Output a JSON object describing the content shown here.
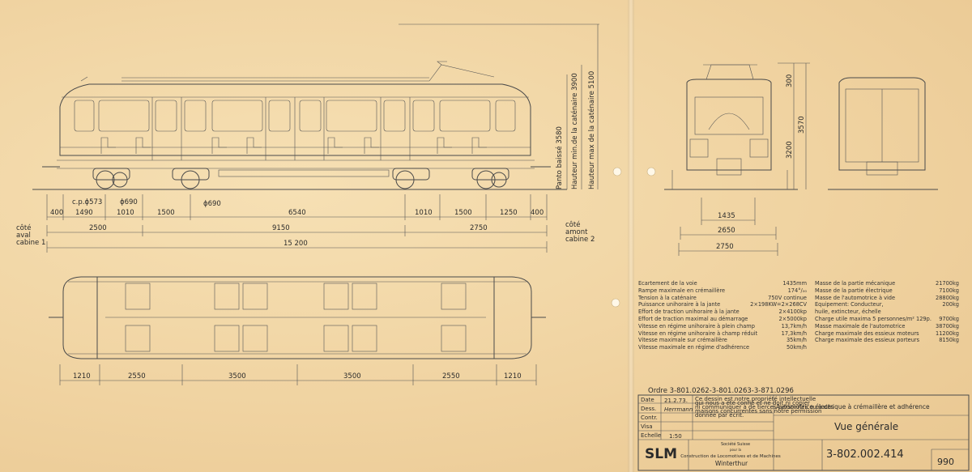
{
  "side_view": {
    "annotations": {
      "panto": "Panto baissé 3580",
      "catenary_min": "Hauteur min.de la caténaire 3900",
      "catenary_max": "Hauteur max de la caténaire 5100"
    },
    "wheel_labels": {
      "cp": "c.p.ϕ573",
      "w1": "ϕ690",
      "w2": "ϕ690"
    },
    "dims_row1": [
      "400",
      "1490",
      "1010",
      "1500",
      "6540",
      "1010",
      "1500",
      "1250",
      "400"
    ],
    "dims_row2": [
      "2500",
      "9150",
      "2750"
    ],
    "dims_row3": [
      "15 200"
    ],
    "left_label": [
      "côté",
      "aval",
      "cabine 1"
    ],
    "right_label": [
      "côté",
      "amont",
      "cabine 2"
    ]
  },
  "plan_view": {
    "dims": [
      "1210",
      "2550",
      "3500",
      "3500",
      "2550",
      "1210"
    ]
  },
  "end_view": {
    "vertical_dims": [
      "300",
      "3200",
      "3570"
    ],
    "horizontal_dims": [
      "1435",
      "2650",
      "2750"
    ]
  },
  "specs_left": [
    {
      "label": "Ecartement de la voie",
      "value": "1435mm"
    },
    {
      "label": "Rampe maximale en crémaillère",
      "value": "174°/₀₀"
    },
    {
      "label": "Tension à la caténaire",
      "value": "750V continue"
    },
    {
      "label": "Puissance unihoraire à la jante",
      "value": "2×198KW=2×268CV"
    },
    {
      "label": "Effort de traction unihoraire à la jante",
      "value": "2×4100kp"
    },
    {
      "label": "Effort de traction maximal au démarrage",
      "value": "2×5000kp"
    },
    {
      "label": "Vitesse en régime unihoraire à plein champ",
      "value": "13,7km/h"
    },
    {
      "label": "Vitesse en régime unihoraire à champ réduit",
      "value": "17,3km/h"
    },
    {
      "label": "Vitesse maximale sur crémaillère",
      "value": "35km/h"
    },
    {
      "label": "Vitesse maximale en régime d'adhérence",
      "value": "50km/h"
    }
  ],
  "specs_right": [
    {
      "label": "Masse de la partie mécanique",
      "value": "21700kg"
    },
    {
      "label": "Masse de la partie électrique",
      "value": "7100kg"
    },
    {
      "label": "Masse de l'automotrice à vide",
      "value": "28800kg"
    },
    {
      "label": "Equipement: Conducteur,",
      "value": "200kg"
    },
    {
      "label": "huile, extincteur, échelle",
      "value": ""
    },
    {
      "label": "Charge utile maxima 5 personnes/m² 129p.",
      "value": "9700kg"
    },
    {
      "label": "Masse maximale de l'automotrice",
      "value": "38700kg"
    },
    {
      "label": "Charge maximale des essieux moteurs",
      "value": "11200kg"
    },
    {
      "label": "Charge maximale des essieux porteurs",
      "value": "8150kg"
    }
  ],
  "title_block": {
    "ordre": "Ordre 3-801.0262-3-801.0263-3-871.0296",
    "date_label": "Date",
    "date_value": "21.2.73.",
    "dess_label": "Dess.",
    "dess_value": "Herrmann",
    "contr_label": "Contr.",
    "visa_label": "Visa",
    "echelle_label": "Echelle",
    "echelle_value": "1:50",
    "notice": [
      "Ce dessin est notre propriété intellectuelle",
      "qui nous a été confié et ne doit ni copier",
      "ni communiquer à de tierces personnes ou à des",
      "maisons concurrentes sans notre permission",
      "donnée par écrit."
    ],
    "subject": "Automotrice électrique à crémaillère et adhérence",
    "view_title": "Vue générale",
    "logo": "SLM",
    "company": [
      "Société Suisse",
      "pour la",
      "Construction de Locomotives et de Machines",
      "Winterthur"
    ],
    "drawing_number": "3-802.002.414",
    "sheet_number": "990"
  },
  "colors": {
    "paper": "#f1d8aa",
    "ink": "#2b2b2b",
    "line": "#4a4a4a"
  }
}
